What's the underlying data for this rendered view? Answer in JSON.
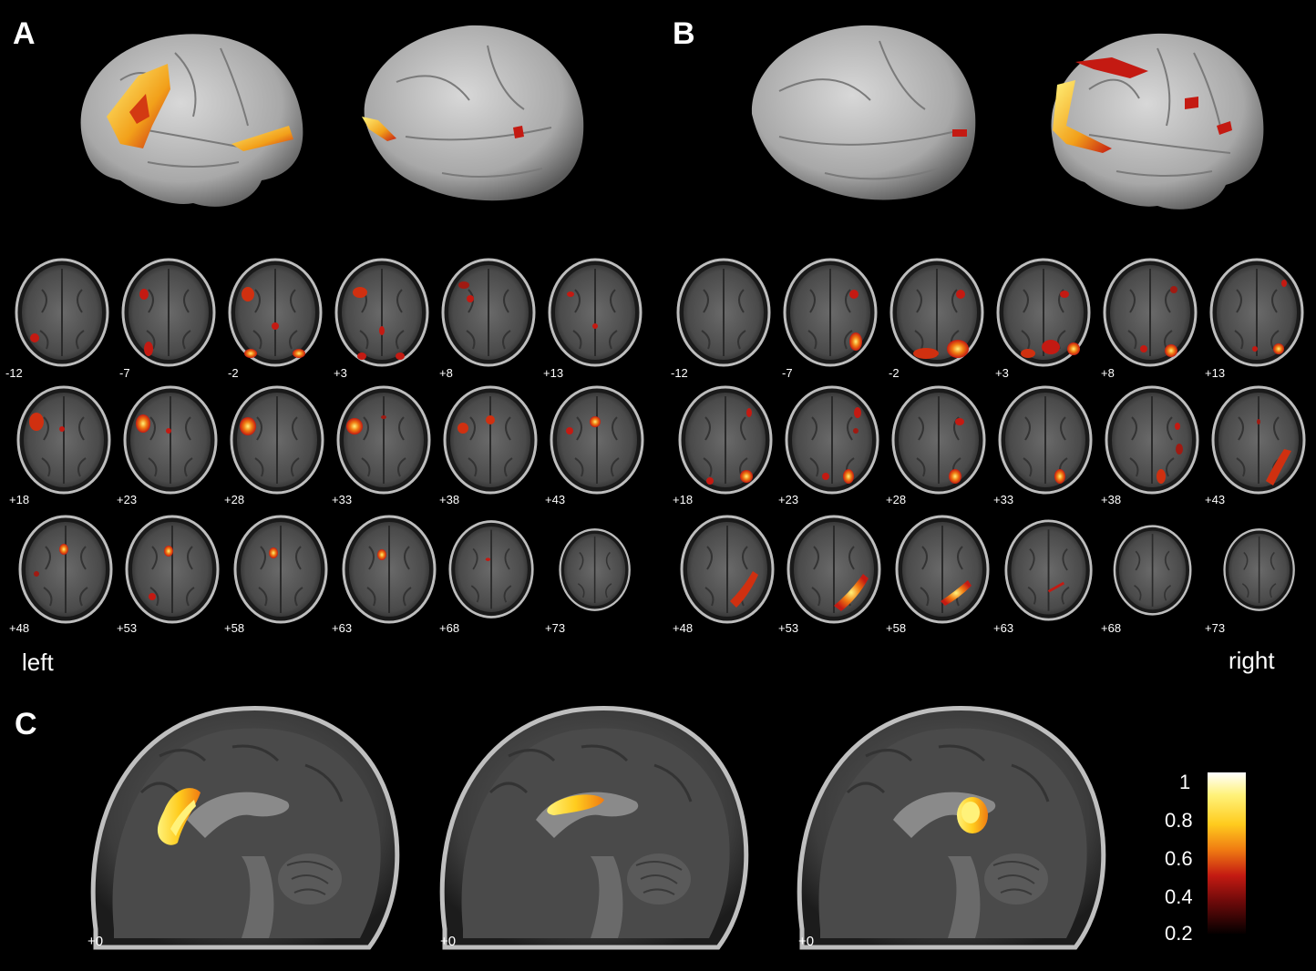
{
  "panels": {
    "a": {
      "label": "A"
    },
    "b": {
      "label": "B"
    },
    "c": {
      "label": "C"
    }
  },
  "sides": {
    "left": "left",
    "right": "right"
  },
  "axial_slices": {
    "a": [
      [
        "-12",
        "-7",
        "-2",
        "+3",
        "+8",
        "+13"
      ],
      [
        "+18",
        "+23",
        "+28",
        "+33",
        "+38",
        "+43"
      ],
      [
        "+48",
        "+53",
        "+58",
        "+63",
        "+68",
        "+73"
      ]
    ],
    "b": [
      [
        "-12",
        "-7",
        "-2",
        "+3",
        "+8",
        "+13"
      ],
      [
        "+18",
        "+23",
        "+28",
        "+33",
        "+38",
        "+43"
      ],
      [
        "+48",
        "+53",
        "+58",
        "+63",
        "+68",
        "+73"
      ]
    ]
  },
  "sagittal": [
    {
      "label": "+0"
    },
    {
      "label": "+0"
    },
    {
      "label": "+0"
    }
  ],
  "colorbar": {
    "ticks": [
      "1",
      "0.8",
      "0.6",
      "0.4",
      "0.2"
    ],
    "colors": [
      "#ffffff",
      "#fff27a",
      "#ffcc1e",
      "#f07b12",
      "#c41a12",
      "#6e0a0a",
      "#050000"
    ]
  }
}
